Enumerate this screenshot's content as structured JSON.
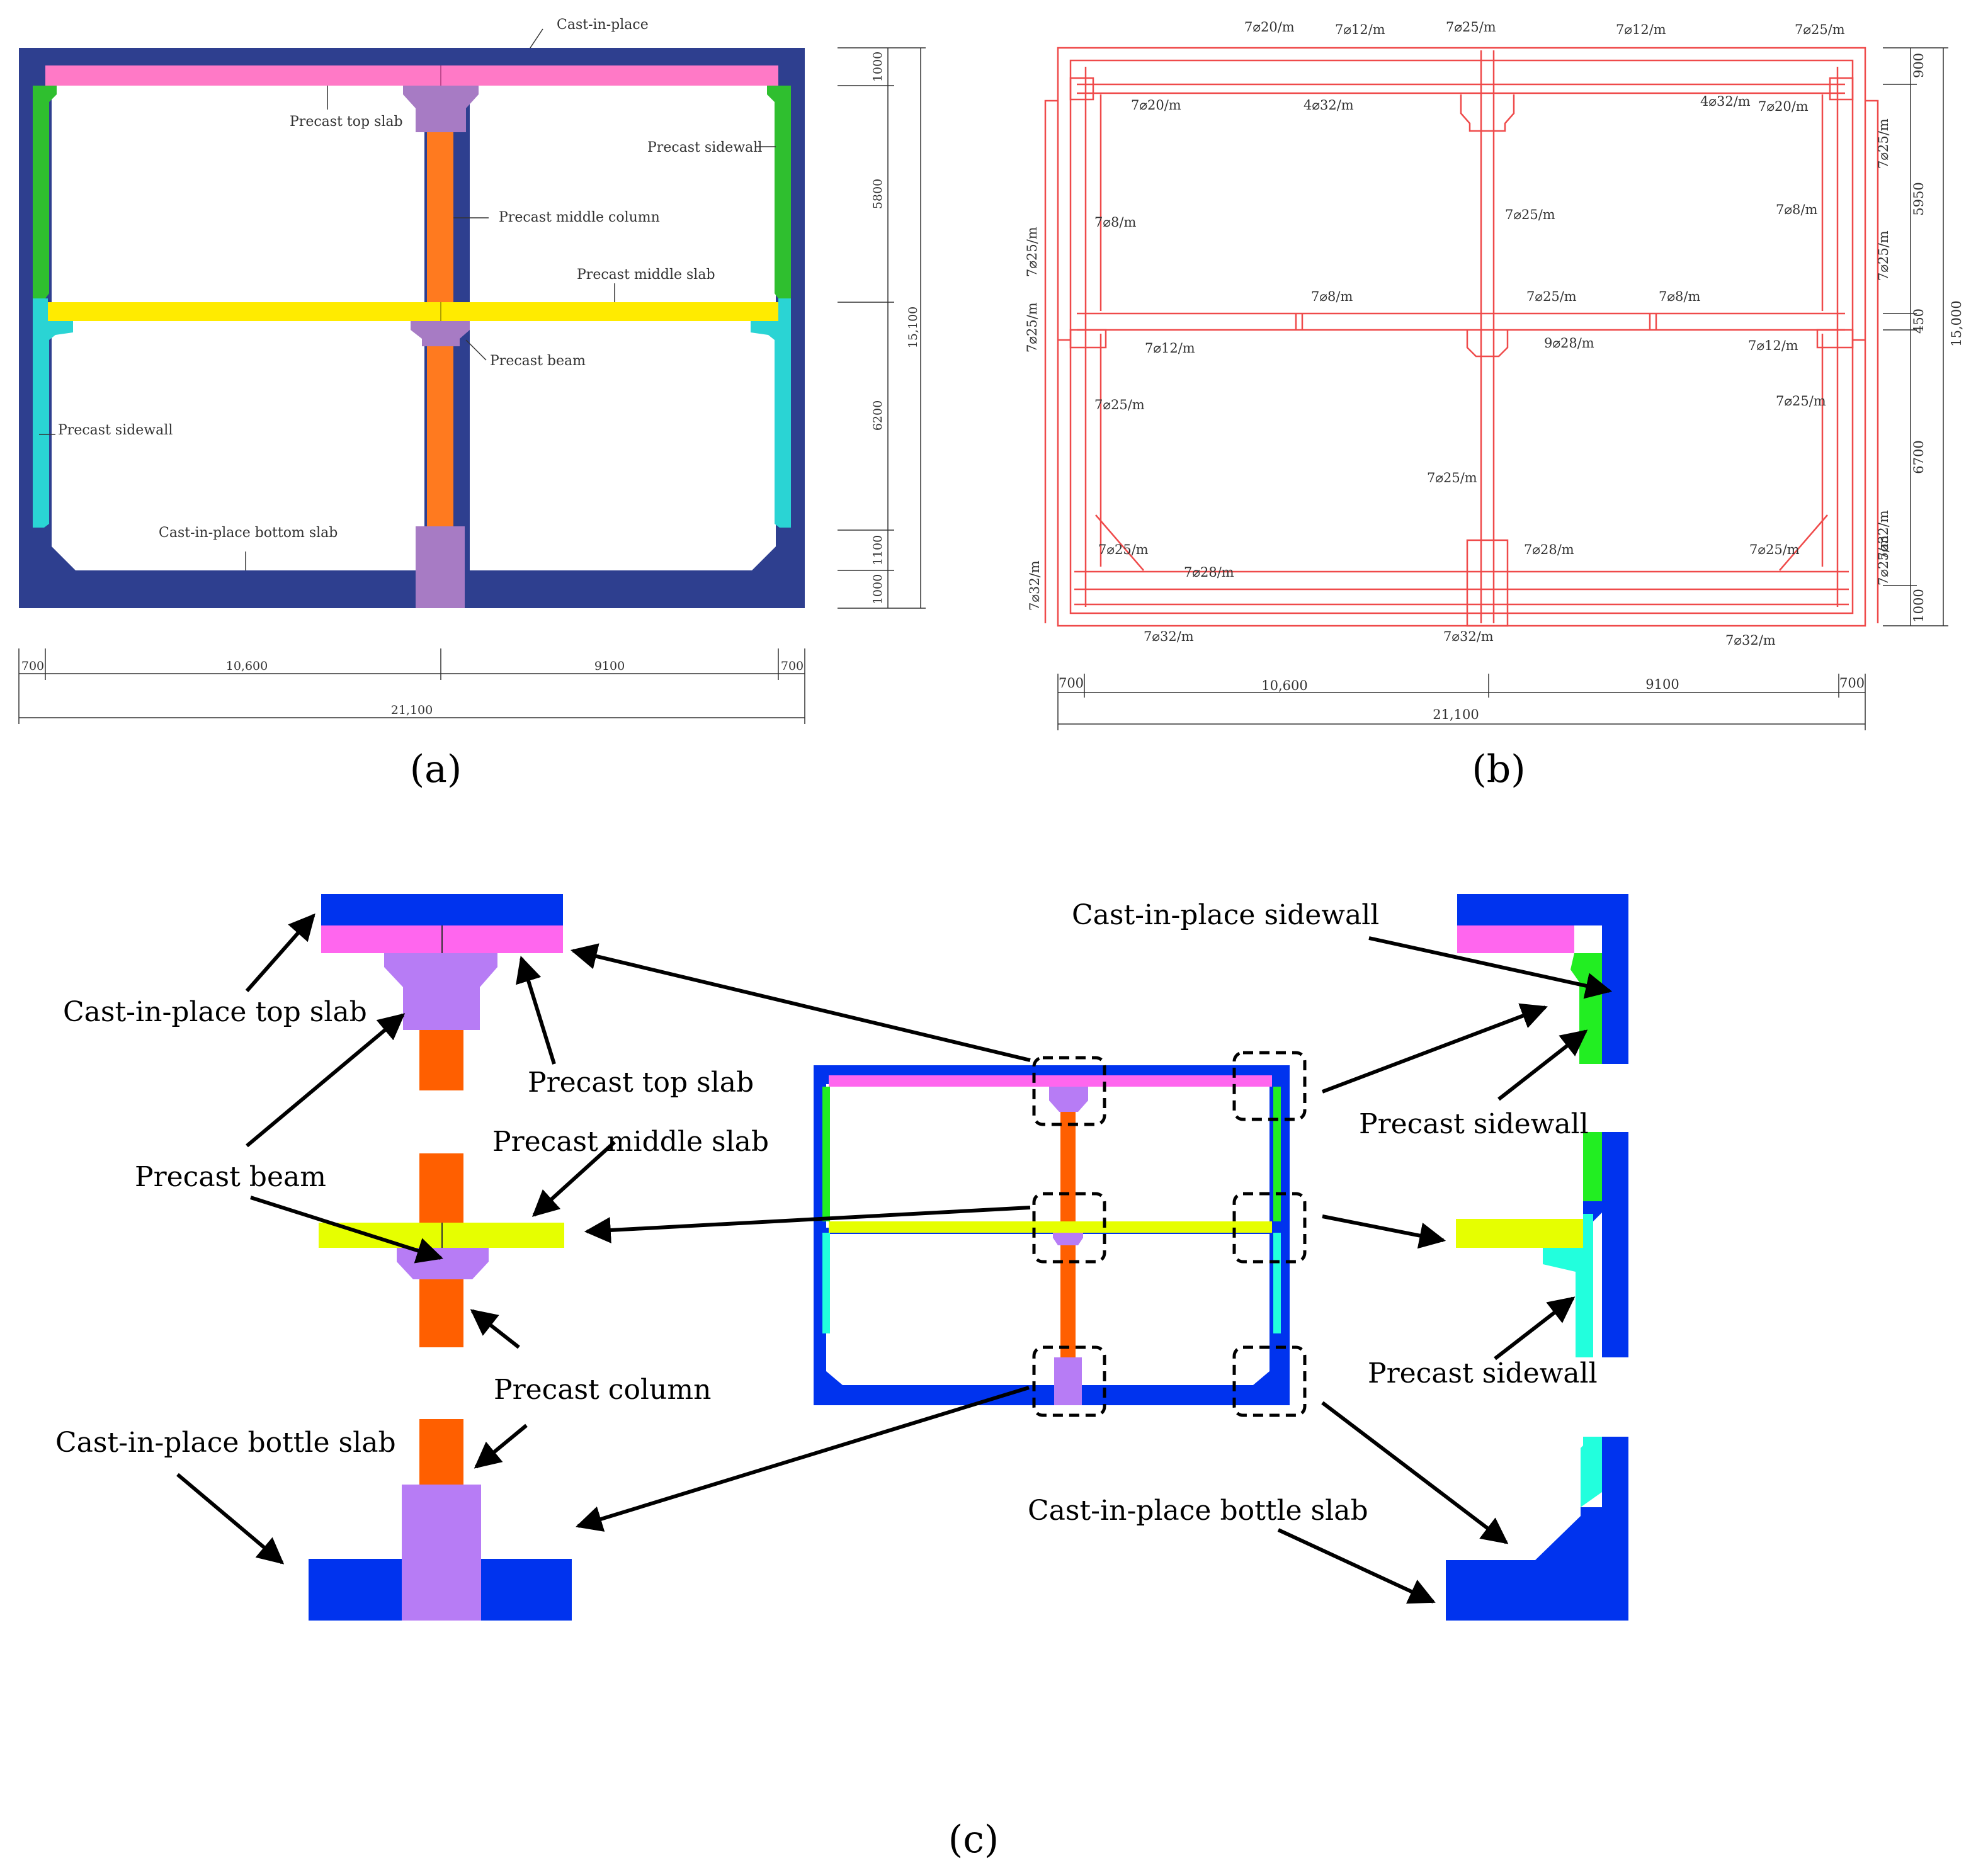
{
  "panels": {
    "a": {
      "caption": "(a)",
      "labels": {
        "cast_in_place": "Cast-in-place",
        "precast_top_slab": "Precast top slab",
        "precast_sidewall_top": "Precast sidewall",
        "precast_middle_column": "Precast middle column",
        "precast_middle_slab": "Precast middle slab",
        "precast_beam": "Precast beam",
        "precast_sidewall_bottom": "Precast sidewall",
        "cast_in_place_bottom_slab": "Cast-in-place bottom slab"
      },
      "dims_vertical": [
        "1000",
        "5800",
        "6200",
        "1100",
        "1000"
      ],
      "dim_total_vertical": "15,100",
      "dims_horizontal": [
        "700",
        "10,600",
        "9100",
        "700"
      ],
      "dim_total_horizontal": "21,100"
    },
    "b": {
      "caption": "(b)",
      "rebar_labels": [
        "7⌀20/m",
        "7⌀12/m",
        "7⌀25/m",
        "7⌀12/m",
        "7⌀25/m",
        "7⌀20/m",
        "4⌀32/m",
        "4⌀32/m",
        "7⌀20/m",
        "7⌀25/m",
        "7⌀25/m",
        "7⌀8/m",
        "7⌀25/m",
        "7⌀8/m",
        "7⌀25/m",
        "7⌀8/m",
        "7⌀25/m",
        "7⌀8/m",
        "7⌀25/m",
        "7⌀12/m",
        "9⌀28/m",
        "7⌀12/m",
        "7⌀25/m",
        "7⌀25/m",
        "7⌀25/m",
        "7⌀25/m",
        "7⌀28/m",
        "7⌀28/m",
        "7⌀25/m",
        "7⌀32/m",
        "7⌀32/m",
        "7⌀32/m",
        "7⌀32/m",
        "7⌀32/m",
        "7⌀25/m"
      ],
      "dims_vertical": [
        "900",
        "5950",
        "450",
        "6700",
        "1000"
      ],
      "dim_total_vertical": "15,000",
      "dims_horizontal": [
        "700",
        "10,600",
        "9100",
        "700"
      ],
      "dim_total_horizontal": "21,100"
    },
    "c": {
      "caption": "(c)",
      "labels": {
        "cast_in_place_top_slab": "Cast-in-place top slab",
        "precast_top_slab": "Precast top slab",
        "precast_beam": "Precast beam",
        "precast_middle_slab": "Precast middle slab",
        "precast_column": "Precast column",
        "cast_in_place_bottle_slab_left": "Cast-in-place bottle slab",
        "cast_in_place_sidewall": "Cast-in-place sidewall",
        "precast_sidewall_top": "Precast sidewall",
        "precast_sidewall_bottom": "Precast sidewall",
        "cast_in_place_bottle_slab_right": "Cast-in-place bottle slab"
      }
    }
  },
  "colors": {
    "cast_a": "#2e3f8f",
    "pink": "#ff79c6",
    "purple_a": "#a77bc4",
    "orange": "#ff7a1f",
    "yellow": "#ffeb00",
    "green": "#2fbf2f",
    "cyan": "#2ad4d4",
    "rebar": "#ef4a4a",
    "blue_c": "#0033ee",
    "pink_c": "#ff66ee",
    "purple_c": "#b77cf5",
    "orange_c": "#ff5f00",
    "yellow_c": "#e6ff00",
    "green_c": "#22ee22",
    "cyan_c": "#22ffdd"
  }
}
